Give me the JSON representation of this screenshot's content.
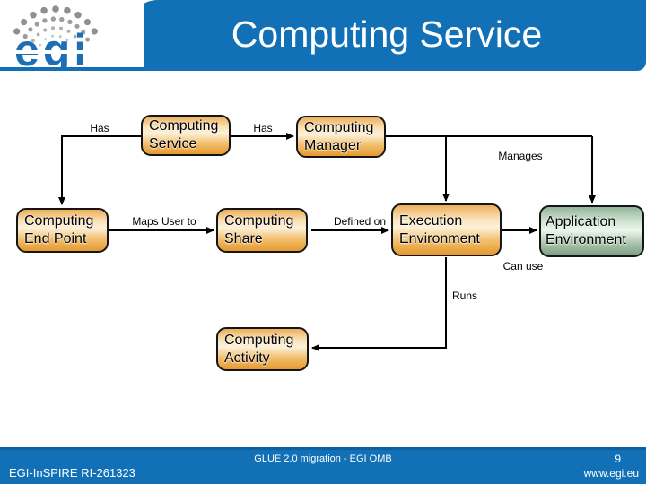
{
  "slide": {
    "title": "Computing Service",
    "logo_text": "egi",
    "footer": {
      "left": "EGI-InSPIRE RI-261323",
      "center": "GLUE 2.0 migration - EGI OMB",
      "page_number": "9",
      "website": "www.egi.eu"
    }
  },
  "colors": {
    "header_blue": "#1271b6",
    "footer_blue": "#1271b6",
    "footer_edge_blue": "#0e5f9e",
    "logo_blue": "#1e6eb5",
    "logo_dot_gray": "#9a9a9a",
    "node_orange_dark": "#e6992f",
    "node_orange_light": "#fdf1da",
    "node_green_dark": "#7f9e85",
    "node_green_light": "#edf7ec",
    "node_border": "#151515",
    "connector_black": "#000000"
  },
  "diagram": {
    "nodes": {
      "computing_service": {
        "line1": "Computing",
        "line2": "Service"
      },
      "computing_manager": {
        "line1": "Computing",
        "line2": "Manager"
      },
      "computing_end_point": {
        "line1": "Computing",
        "line2": "End Point"
      },
      "computing_share": {
        "line1": "Computing",
        "line2": "Share"
      },
      "execution_environment": {
        "line1": "Execution",
        "line2": "Environment"
      },
      "application_environment": {
        "line1": "Application",
        "line2": "Environment"
      },
      "computing_activity": {
        "line1": "Computing",
        "line2": "Activity"
      }
    },
    "labels": {
      "has_left": "Has",
      "has_right": "Has",
      "manages": "Manages",
      "maps_user_to": "Maps User to",
      "defined_on": "Defined on",
      "can_use": "Can use",
      "runs": "Runs"
    }
  }
}
